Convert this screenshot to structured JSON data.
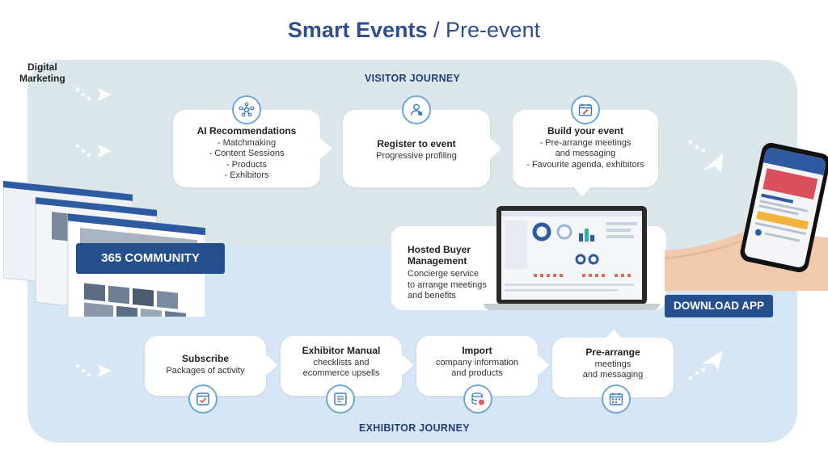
{
  "title": {
    "bold": "Smart Events",
    "sep": "/",
    "rest": "Pre-event"
  },
  "digital_marketing": {
    "line1": "Digital",
    "line2": "Marketing"
  },
  "visitor_journey": "VISITOR JOURNEY",
  "exhibitor_journey": "EXHIBITOR JOURNEY",
  "visitor_cards": [
    {
      "title": "AI Recommendations",
      "lines": [
        "- Matchmaking",
        "- Content Sessions",
        "- Products",
        "- Exhibitors"
      ],
      "icon": "network-icon"
    },
    {
      "title": "Register to event",
      "lines": [
        "Progressive profiling"
      ],
      "icon": "user-icon"
    },
    {
      "title": "Build your event",
      "lines": [
        "- Pre-arrange meetings",
        "and  messaging",
        "- Favourite agenda, exhibitors"
      ],
      "icon": "calendar-edit-icon"
    }
  ],
  "hbm": {
    "title_line1": "Hosted Buyer",
    "title_line2": "Management",
    "lines": [
      "Concierge service",
      "to arrange meetings",
      "and benefits"
    ]
  },
  "community_badge": "365 COMMUNITY",
  "download_badge": "DOWNLOAD APP",
  "exhibitor_cards": [
    {
      "title": "Subscribe",
      "lines": [
        "Packages of activity"
      ],
      "icon": "checklist-icon"
    },
    {
      "title": "Exhibitor Manual",
      "lines": [
        "checklists and",
        "ecommerce upsells"
      ],
      "icon": "manual-icon"
    },
    {
      "title": "Import",
      "lines": [
        "company information",
        "and products"
      ],
      "icon": "database-icon"
    },
    {
      "title": "Pre-arrange",
      "lines": [
        "meetings",
        "and messaging"
      ],
      "icon": "calendar-icon"
    }
  ],
  "colors": {
    "brand": "#244e8c",
    "visitor_band": "#dbe7ea",
    "exhibitor_band": "#d6e6f4",
    "icon_ring": "#6fa6d6"
  }
}
